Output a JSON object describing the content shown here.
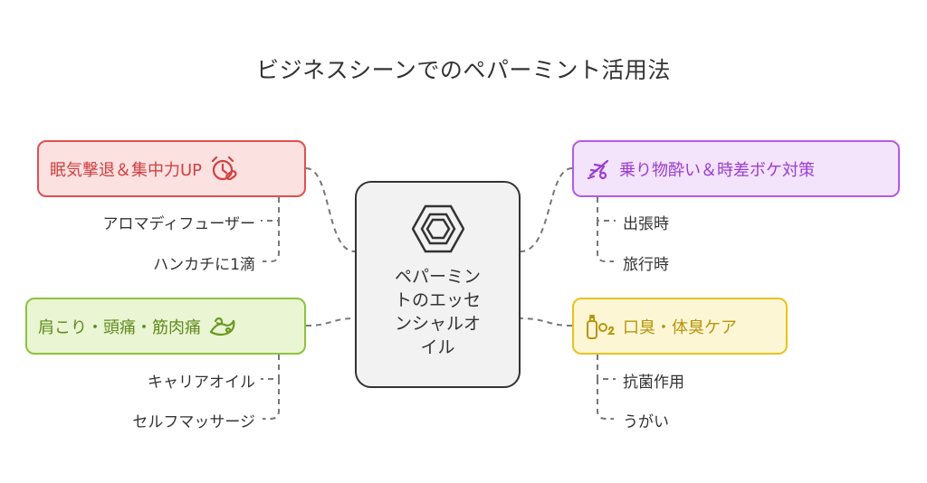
{
  "title": "ビジネスシーンでのペパーミント活用法",
  "center": {
    "label": "ペパーミン\nトのエッセ\nンシャルオ\nイル",
    "icon": "hexagon-icon"
  },
  "categories": [
    {
      "id": "focus",
      "label": "眠気撃退＆集中力UP",
      "icon": "alarm-clock-icon",
      "color": "#e05050",
      "fill": "#fce1e1",
      "items": [
        "アロマディフューザー",
        "ハンカチに1滴"
      ]
    },
    {
      "id": "pain",
      "label": "肩こり・頭痛・筋肉痛",
      "icon": "flexed-arm-icon",
      "color": "#8cc33c",
      "fill": "#eaf5d3",
      "items": [
        "キャリアオイル",
        "セルフマッサージ"
      ]
    },
    {
      "id": "travel",
      "label": "乗り物酔い＆時差ボケ対策",
      "icon": "airplane-icon",
      "color": "#b45ae6",
      "fill": "#f3e3fb",
      "items": [
        "出張時",
        "旅行時"
      ]
    },
    {
      "id": "breath",
      "label": "口臭・体臭ケア",
      "icon": "oxygen-bottle-icon",
      "color": "#e6c31e",
      "fill": "#fcf6d5",
      "items": [
        "抗菌作用",
        "うがい"
      ]
    }
  ]
}
